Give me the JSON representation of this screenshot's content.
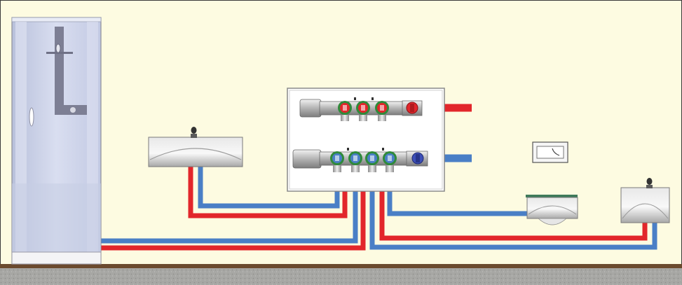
{
  "colors": {
    "wall": "#fdfbe1",
    "wall_border": "#3a3a3a",
    "floor_top": "#6b4a2e",
    "floor_ground": "#a9a9a6",
    "hot_pipe": "#e2262b",
    "cold_pipe": "#4a7fc6",
    "panel": "#ffffff",
    "panel_border": "#8a8a8a",
    "metal": "#c8c8c8",
    "valve_ring": "#2f8a3a"
  },
  "fixtures": [
    {
      "name": "shower-cabin",
      "type": "shower"
    },
    {
      "name": "washbasin-left",
      "type": "washbasin"
    },
    {
      "name": "toilet-flush-plate",
      "type": "flush-plate"
    },
    {
      "name": "wall-hung-toilet",
      "type": "toilet"
    },
    {
      "name": "washbasin-right",
      "type": "washbasin"
    }
  ],
  "manifold": {
    "hot_outlets": 3,
    "cold_outlets": 4
  }
}
